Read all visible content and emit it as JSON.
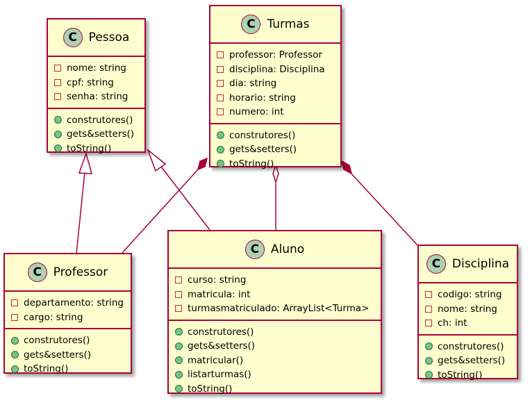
{
  "colors": {
    "class_fill": "#fefece",
    "class_border": "#a80036",
    "badge_fill": "#add1b2",
    "private_marker": "#c82930",
    "public_marker": "#84be84",
    "edge": "#a80036"
  },
  "classes": {
    "pessoa": {
      "badge": "C",
      "name": "Pessoa",
      "attributes": [
        "nome: string",
        "cpf: string",
        "senha: string"
      ],
      "methods": [
        "construtores()",
        "gets&setters()",
        "toString()"
      ]
    },
    "turmas": {
      "badge": "C",
      "name": "Turmas",
      "attributes": [
        "professor: Professor",
        "disciplina: Disciplina",
        "dia: string",
        "horario: string",
        "numero: int"
      ],
      "methods": [
        "construtores()",
        "gets&setters()",
        "toString()"
      ]
    },
    "professor": {
      "badge": "C",
      "name": "Professor",
      "attributes": [
        "departamento: string",
        "cargo: string"
      ],
      "methods": [
        "construtores()",
        "gets&setters()",
        "toString()"
      ]
    },
    "aluno": {
      "badge": "C",
      "name": "Aluno",
      "attributes": [
        "curso: string",
        "matricula: int",
        "turmasmatriculado: ArrayList<Turma>"
      ],
      "methods": [
        "construtores()",
        "gets&setters()",
        "matricular()",
        "listarturmas()",
        "toString()"
      ]
    },
    "disciplina": {
      "badge": "C",
      "name": "Disciplina",
      "attributes": [
        "codigo: string",
        "nome: string",
        "ch: int"
      ],
      "methods": [
        "construtores()",
        "gets&setters()",
        "toString()"
      ]
    }
  },
  "relations": [
    {
      "from": "professor",
      "to": "pessoa",
      "kind": "inheritance"
    },
    {
      "from": "aluno",
      "to": "pessoa",
      "kind": "inheritance"
    },
    {
      "from": "turmas",
      "to": "professor",
      "kind": "composition"
    },
    {
      "from": "turmas",
      "to": "aluno",
      "kind": "aggregation"
    },
    {
      "from": "turmas",
      "to": "disciplina",
      "kind": "composition"
    }
  ]
}
